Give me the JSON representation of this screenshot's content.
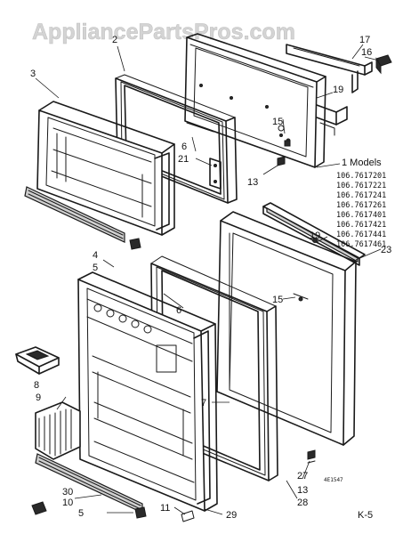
{
  "watermark": "AppliancePartsPros.com",
  "callouts": {
    "c2": "2",
    "c3": "3",
    "c4": "4",
    "c5a": "5",
    "c5b": "5",
    "c6a": "6",
    "c6b": "6",
    "c7": "7",
    "c8": "8",
    "c9": "9",
    "c10": "10",
    "c11": "11",
    "c13a": "13",
    "c13b": "13",
    "c15a": "15",
    "c15b": "15",
    "c16": "16",
    "c17": "17",
    "c19a": "19",
    "c19b": "19",
    "c21": "21",
    "c23": "23",
    "c27": "27",
    "c28": "28",
    "c29": "29",
    "c30": "30"
  },
  "models": {
    "header": "1 Models",
    "list": [
      "106.7617201",
      "106.7617221",
      "106.7617241",
      "106.7617261",
      "106.7617401",
      "106.7617421",
      "106.7617441",
      "106.7617461"
    ]
  },
  "drawing_code": "4E1547",
  "page_code": "K-5"
}
